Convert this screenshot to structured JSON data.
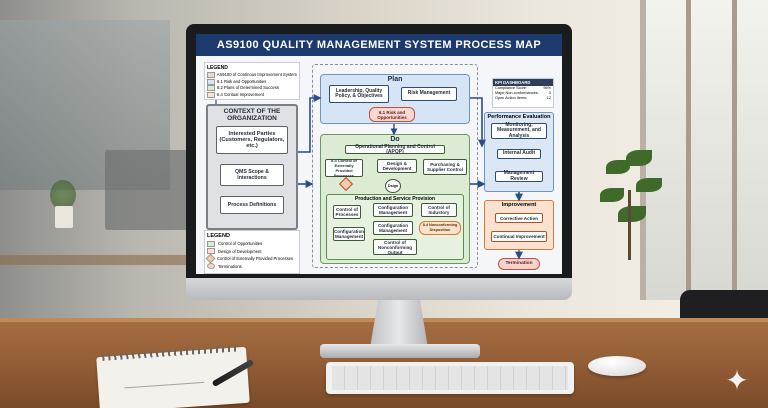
{
  "screen": {
    "title": "AS9100 QUALITY MANAGEMENT SYSTEM PROCESS MAP",
    "legend_top": {
      "title": "LEGEND",
      "items": [
        {
          "label": "AS9100 of Continous Improvement System",
          "color": "#f1d6d0"
        },
        {
          "label": "6.1 Risk and Opportunities",
          "color": "#d8e6f3"
        },
        {
          "label": "8.2 Plans of Determined Success",
          "color": "#d8ecd2"
        },
        {
          "label": "6.4 Contual Improvement",
          "color": "#fbe2c8"
        }
      ]
    },
    "context": {
      "title": "CONTEXT OF THE ORGANIZATION",
      "interested_parties": "Interested Parties (Customers, Regulators, etc.)",
      "qms_scope": "QMS Scope & Interactions",
      "process_definitions": "Process Definitions"
    },
    "legend_bottom": {
      "title": "LEGEND",
      "items": [
        {
          "label": "Control of Opportunities",
          "color": "#d8ecd2"
        },
        {
          "label": "Design of Development",
          "color": "#fbe2c8"
        },
        {
          "label": "Control of Externally Provided Processes",
          "color": "#f6c9b0"
        },
        {
          "label": "Terminations",
          "color": "#f9d4cf"
        }
      ]
    },
    "plan": {
      "title": "Plan",
      "leadership": "Leadership, Quality Policy, & Objectives",
      "risk_management": "Risk Management",
      "risk_pill": "6.1 Risk and Opportunities"
    },
    "do": {
      "title": "Do",
      "apqp": "Operational Planning and Control (APQP)",
      "control_counterfeit": "8.4 Control of Externally Provided Processes",
      "design": "Design & Development",
      "purchasing": "Purchasing & Supplier Control",
      "decision": "Dsign",
      "production": {
        "title": "Production and Service Provision",
        "control_processes": "Control of Processes",
        "config_mgmt_1": "Configuration Management",
        "control_industry": "Control of Industory",
        "config_mgmt_2": "Configuration Management",
        "config_mgmt_3": "Configuration Management",
        "nonconforming": "Control of Nonconforming Output",
        "pill": "8.4 Nonconforming Disposition"
      }
    },
    "kpi": {
      "title": "KPI DASHBOARD",
      "rows": [
        {
          "label": "Compliance Score:",
          "value": "96%"
        },
        {
          "label": "Major Non-conformances:",
          "value": "3"
        },
        {
          "label": "Open Action Items:",
          "value": "12"
        }
      ]
    },
    "performance": {
      "title": "Performance Evaluation",
      "monitoring": "Monitoring, Measurement, and Analysis",
      "internal_audit": "Internal Audit",
      "management_review": "Management Review"
    },
    "improvement": {
      "title": "Improvement",
      "corrective": "Corrective Action",
      "continual": "Continual Improvement"
    },
    "termination": "Termination"
  },
  "colors": {
    "header": "#1d3a6e",
    "plan_bg": "#d5e5f5",
    "do_bg": "#dcecd4",
    "improvement_bg": "#fbe2d0",
    "accent_red": "#c44d3f",
    "arrow_blue": "#2b4c8c"
  },
  "icons": [
    "sparkle-icon"
  ]
}
